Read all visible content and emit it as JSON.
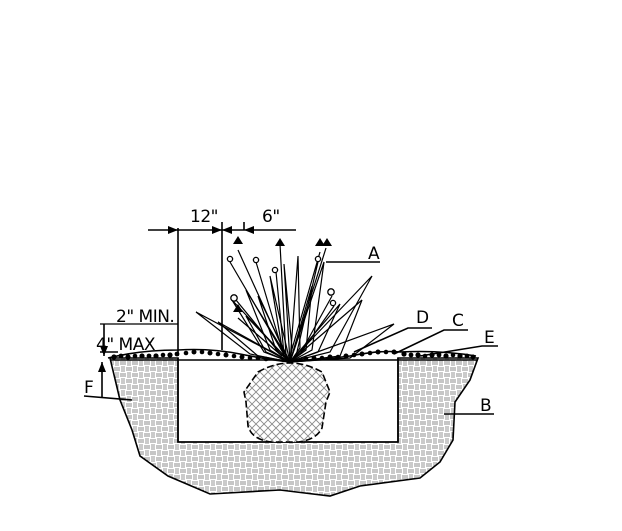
{
  "labels": {
    "dim_12": "12\"",
    "dim_6": "6\"",
    "a": "A",
    "b": "B",
    "c": "C",
    "d": "D",
    "e": "E",
    "f": "F",
    "mulch_min": "2\" MIN.",
    "mulch_max": "4\" MAX"
  },
  "colors": {
    "line": "#000000",
    "soil_hatch": "#9a9a9a",
    "rootball_hatch": "#9a9a9a",
    "background": "#ffffff"
  }
}
